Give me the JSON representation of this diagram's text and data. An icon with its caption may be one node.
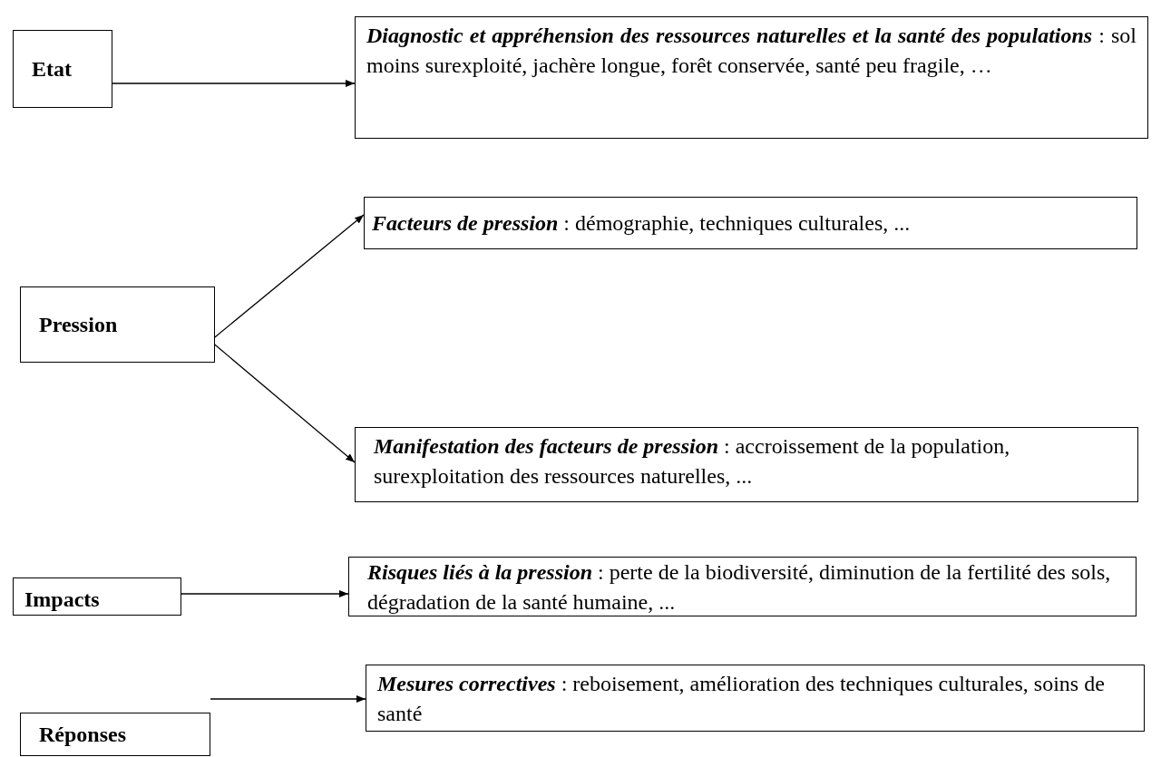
{
  "diagram": {
    "nodes": [
      {
        "text": [
          "Etat"
        ]
      },
      {
        "text": [
          "**Diagnostic et appréhension des ressources naturelles et la santé des populations** : sol moins surexploité, jachère longue, forêt conservée, santé peu fragile, …"
        ]
      },
      {
        "text": [
          "Pression"
        ]
      },
      {
        "text": [
          "**Facteurs de pression** : démographie, techniques culturales, ..."
        ]
      },
      {
        "text": [
          "**Manifestation des facteurs de pression** : accroissement de la population, surexploitation des ressources naturelles, ..."
        ]
      },
      {
        "text": [
          "Impacts"
        ]
      },
      {
        "text": [
          "**Risques liés à la pression** : perte de la biodiversité, diminution de la fertilité des sols, dégradation de la santé humaine, ..."
        ]
      },
      {
        "text": [
          "Réponses"
        ]
      },
      {
        "text": [
          "**Mesures correctives** : reboisement, amélioration des techniques culturales, soins de santé"
        ]
      }
    ],
    "edges": [
      {
        "from": 0,
        "to": 1,
        "arrow": "to"
      },
      {
        "from": 2,
        "to": 3,
        "arrow": "to"
      },
      {
        "from": 2,
        "to": 4,
        "arrow": "to"
      },
      {
        "from": 5,
        "to": 6,
        "arrow": "to"
      },
      {
        "from": 7,
        "to": 8,
        "arrow": "to"
      }
    ]
  }
}
